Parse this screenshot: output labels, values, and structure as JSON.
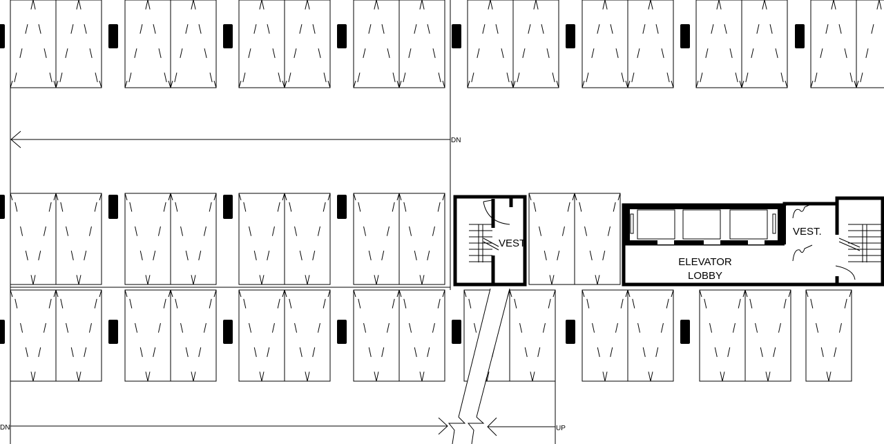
{
  "colors": {
    "line": "#000000",
    "background": "#ffffff"
  },
  "labels": {
    "dn_top": "DN",
    "dn_bottom": "DN",
    "up_bottom": "UP",
    "vest_left": "VEST.",
    "vest_right": "VEST.",
    "elevator_lobby_line1": "ELEVATOR",
    "elevator_lobby_line2": "LOBBY"
  }
}
